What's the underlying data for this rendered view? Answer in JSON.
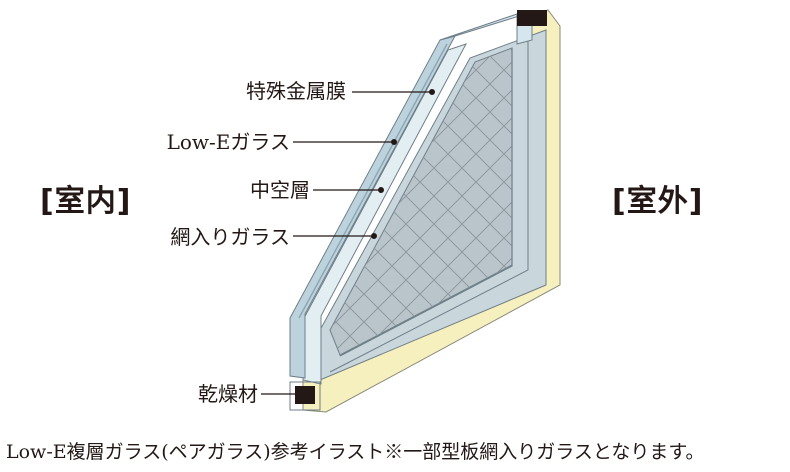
{
  "labels": {
    "indoor": "[室内]",
    "outdoor": "[室外]"
  },
  "callouts": {
    "coating": "特殊金属膜",
    "lowe_glass": "Low-Eガラス",
    "air_layer": "中空層",
    "wired_glass": "網入りガラス",
    "desiccant": "乾燥材"
  },
  "caption": "Low-E複層ガラス(ペアガラス)参考イラスト※一部型板網入りガラスとなります。",
  "colors": {
    "glass_face": "#b9cbd3",
    "glass_edge": "#d6e6ee",
    "outer_glass": "#c9d6dc",
    "frame_spacer": "#f6efbe",
    "spacer_dark": "#231815",
    "wire_mesh": "#8c979d",
    "leader_line": "#231815"
  }
}
